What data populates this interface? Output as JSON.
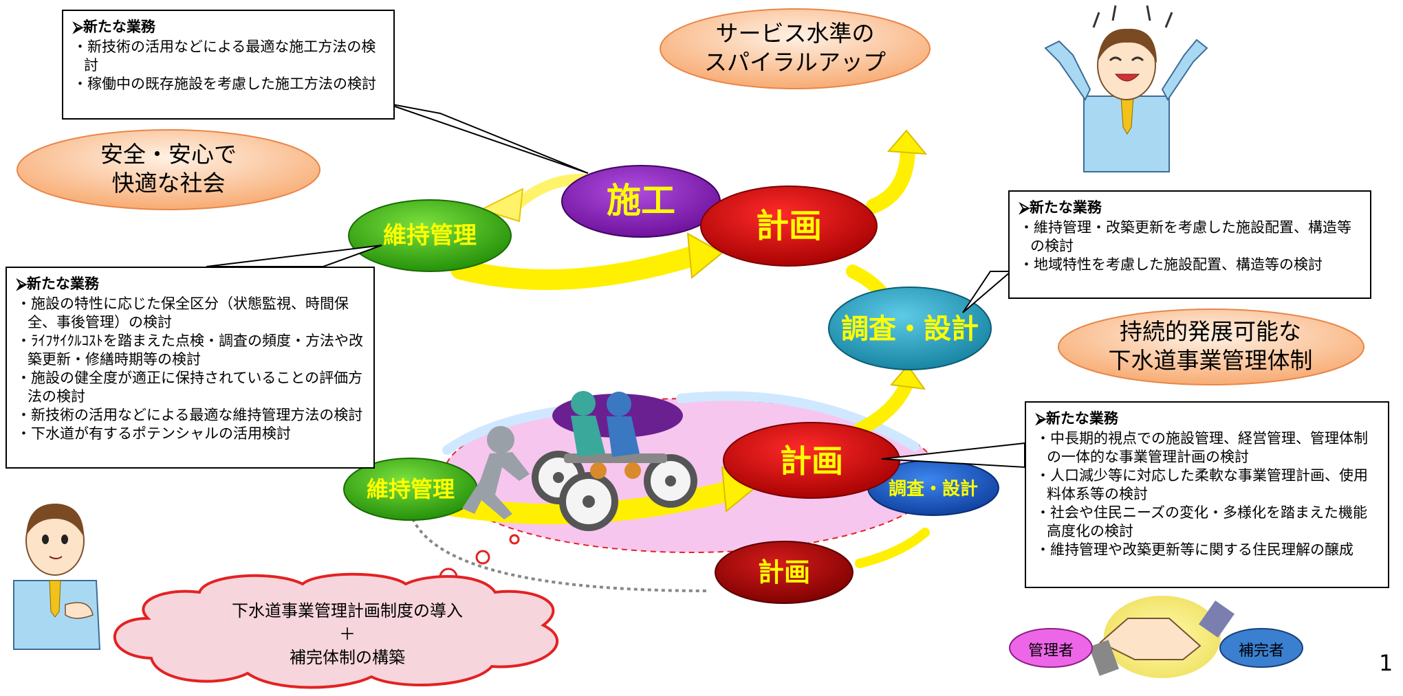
{
  "goals": {
    "service_spiral": [
      "サービス水準の",
      "スパイラルアップ"
    ],
    "safe_society": [
      "安全・安心で",
      "快適な社会"
    ],
    "sustainable": [
      "持続的発展可能な",
      "下水道事業管理体制"
    ]
  },
  "cycle_upper": {
    "construction": "施工",
    "plan": "計画",
    "maintenance": "維持管理",
    "survey_design": "調査・設計"
  },
  "cycle_lower": {
    "maintenance": "維持管理",
    "plan": "計画",
    "survey_design": "調査・設計",
    "plan_bottom": "計画"
  },
  "callouts": {
    "construction": {
      "heading": "新たな業務",
      "items": [
        "・新技術の活用などによる最適な施工方法の検討",
        "・稼働中の既存施設を考慮した施工方法の検討"
      ]
    },
    "survey_design": {
      "heading": "新たな業務",
      "items": [
        "・維持管理・改築更新を考慮した施設配置、構造等の検討",
        "・地域特性を考慮した施設配置、構造等の検討"
      ]
    },
    "maintenance": {
      "heading": "新たな業務",
      "items": [
        "・施設の特性に応じた保全区分（状態監視、時間保全、事後管理）の検討",
        "・ﾗｲﾌｻｲｸﾙｺｽﾄを踏まえた点検・調査の頻度・方法や改築更新・修繕時期等の検討",
        "・施設の健全度が適正に保持されていることの評価方法の検討",
        "・新技術の活用などによる最適な維持管理方法の検討",
        "・下水道が有するポテンシャルの活用検討"
      ]
    },
    "plan": {
      "heading": "新たな業務",
      "items": [
        "・中長期的視点での施設管理、経営管理、管理体制の一体的な事業管理計画の検討",
        "・人口減少等に対応した柔軟な事業管理計画、使用料体系等の検討",
        "・社会や住民ニーズの変化・多様化を踏まえた機能高度化の検討",
        "・維持管理や改築更新等に関する住民理解の醸成"
      ]
    }
  },
  "cloud": {
    "line1": "下水道事業管理計画制度の導入",
    "line2": "＋",
    "line3": "補完体制の構築"
  },
  "partners": {
    "manager": "管理者",
    "supplement": "補完者"
  },
  "page_number": "1",
  "colors": {
    "construction": "#8a1fb8",
    "plan": "#d40000",
    "maintenance": "#4cc21a",
    "survey": "#2aa3c4",
    "survey_lower": "#1e5bc6",
    "arrow": "#ffef00",
    "goal_fill": "#f9b98a",
    "platform": "#f7c6ef",
    "manager": "#ee66e8",
    "supplement": "#3a7fd0"
  }
}
